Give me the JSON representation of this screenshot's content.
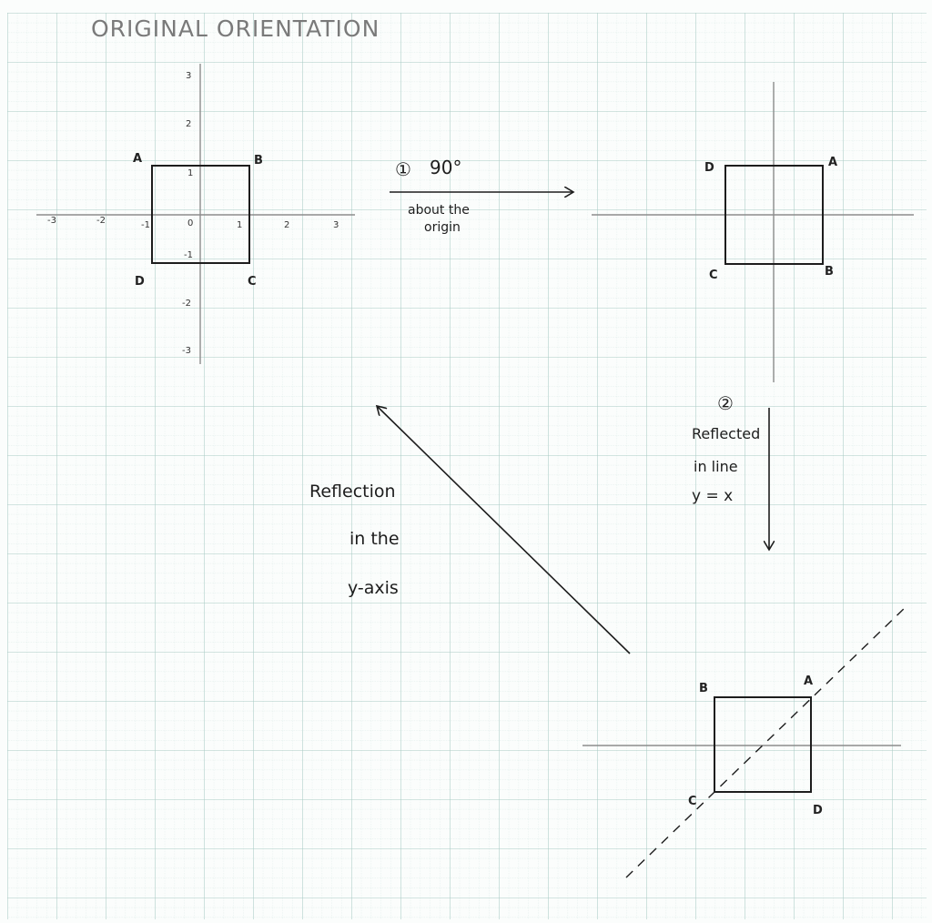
{
  "title": "ORIGINAL ORIENTATION",
  "colors": {
    "grid_minor": "#cfe3df",
    "grid_major": "#a9cbc4",
    "ink": "#1d1d1d",
    "pencil": "#8c8c8c",
    "title_ink": "#7a7a7a"
  },
  "axes_ticks": {
    "x_neg": [
      "-3",
      "-2",
      "-1"
    ],
    "origin": "0",
    "x_pos": [
      "1",
      "2",
      "3"
    ],
    "y_pos": [
      "3",
      "2",
      "1"
    ],
    "y_neg": [
      "-1",
      "-2",
      "-3"
    ]
  },
  "original_square": {
    "vertices": {
      "top_left": "A",
      "top_right": "B",
      "bottom_right": "C",
      "bottom_left": "D"
    }
  },
  "step1": {
    "number": "①",
    "label": "90°",
    "note_line1": "about the",
    "note_line2": "origin",
    "vertices": {
      "top_left": "D",
      "top_right": "A",
      "bottom_left": "C",
      "bottom_right": "B"
    }
  },
  "step2": {
    "number": "②",
    "line1": "Reflected",
    "line2": "in line",
    "line3": "y = x",
    "vertices": {
      "top_left": "B",
      "top_right": "A",
      "bottom_left": "C",
      "bottom_right": "D"
    }
  },
  "step3": {
    "line1": "Reflection",
    "line2": "in the",
    "line3": "y-axis"
  }
}
